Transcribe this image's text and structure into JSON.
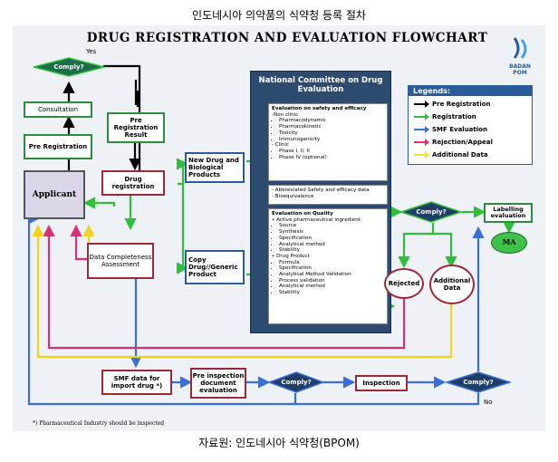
{
  "caption_top": "인도네시아 의약품의 식약청 등록 절차",
  "caption_bottom": "자료원: 인도네시아 식약청(BPOM)",
  "title": "DRUG REGISTRATION AND EVALUATION FLOWCHART",
  "logo_text": "BADAN POM",
  "nodes": {
    "comply_top": "Comply?",
    "yes_label": "Yes",
    "consultation": "Consultation",
    "pre_registration": "Pre Registration",
    "pre_registration_result": "Pre Registration Result",
    "applicant": "Applicant",
    "drug_registration": "Drug registration",
    "data_completeness": "Data Completeness Assessment",
    "new_drug": "New Drug and Biological Products",
    "copy_drug": "Copy Drug//Generic Product",
    "comply_mid": "Comply?",
    "labelling": "Labelling evaluation",
    "ma": "MA",
    "rejected": "Rejected",
    "additional": "Additional Data",
    "smf_data": "SMF data for import drug *)",
    "pre_inspection": "Pre inspection document evaluation",
    "comply_b1": "Comply?",
    "inspection": "Inspection",
    "comply_b2": "Comply?",
    "no_label": "No",
    "footnote": "*) Pharmaceutical Industry should be inspected"
  },
  "committee": {
    "title": "National Committee on Drug Evaluation",
    "safety_heading": "Evaluation on safety and efficacy",
    "nonclinic_label": "-Non clinic",
    "nonclinic_items": [
      "Pharmacodynamic",
      "Pharmacokinetic",
      "Toxicity",
      "Immunogenicity"
    ],
    "clinic_label": "- Clinic",
    "clinic_items": [
      "Phase I, II, II",
      "Phase IV (optional)"
    ],
    "abbreviated_items": [
      "Abbreviated Safety and efficacy data",
      "Bioequivalence"
    ],
    "quality_heading": "Evaluation on Quality",
    "api_label": "Active pharmaceutical ingredient",
    "api_items": [
      "Source",
      "Synthesis",
      "Specification",
      "Analytical method",
      "Stability"
    ],
    "dp_label": "Drug Product",
    "dp_items": [
      "Formula",
      "Specification",
      "Analytical Method Validation",
      "Process validation",
      "Analytical method",
      "Stability"
    ]
  },
  "legend": {
    "title": "Legends:",
    "items": [
      {
        "label": "Pre Registration",
        "color": "#000000"
      },
      {
        "label": "Registration",
        "color": "#2fbf3a"
      },
      {
        "label": "SMF Evaluation",
        "color": "#3a6fd8"
      },
      {
        "label": "Rejection/Appeal",
        "color": "#d6327a"
      },
      {
        "label": "Additional Data",
        "color": "#f2e233"
      }
    ]
  },
  "colors": {
    "committee_bg": "#2d4a6f",
    "diamond_fill": "#1f3e66",
    "diamond_top_fill": "#1e6b4a",
    "applicant_fill": "#ddd5e8",
    "ma_fill": "#3fc24c",
    "oval_border": "#9b2a36"
  }
}
